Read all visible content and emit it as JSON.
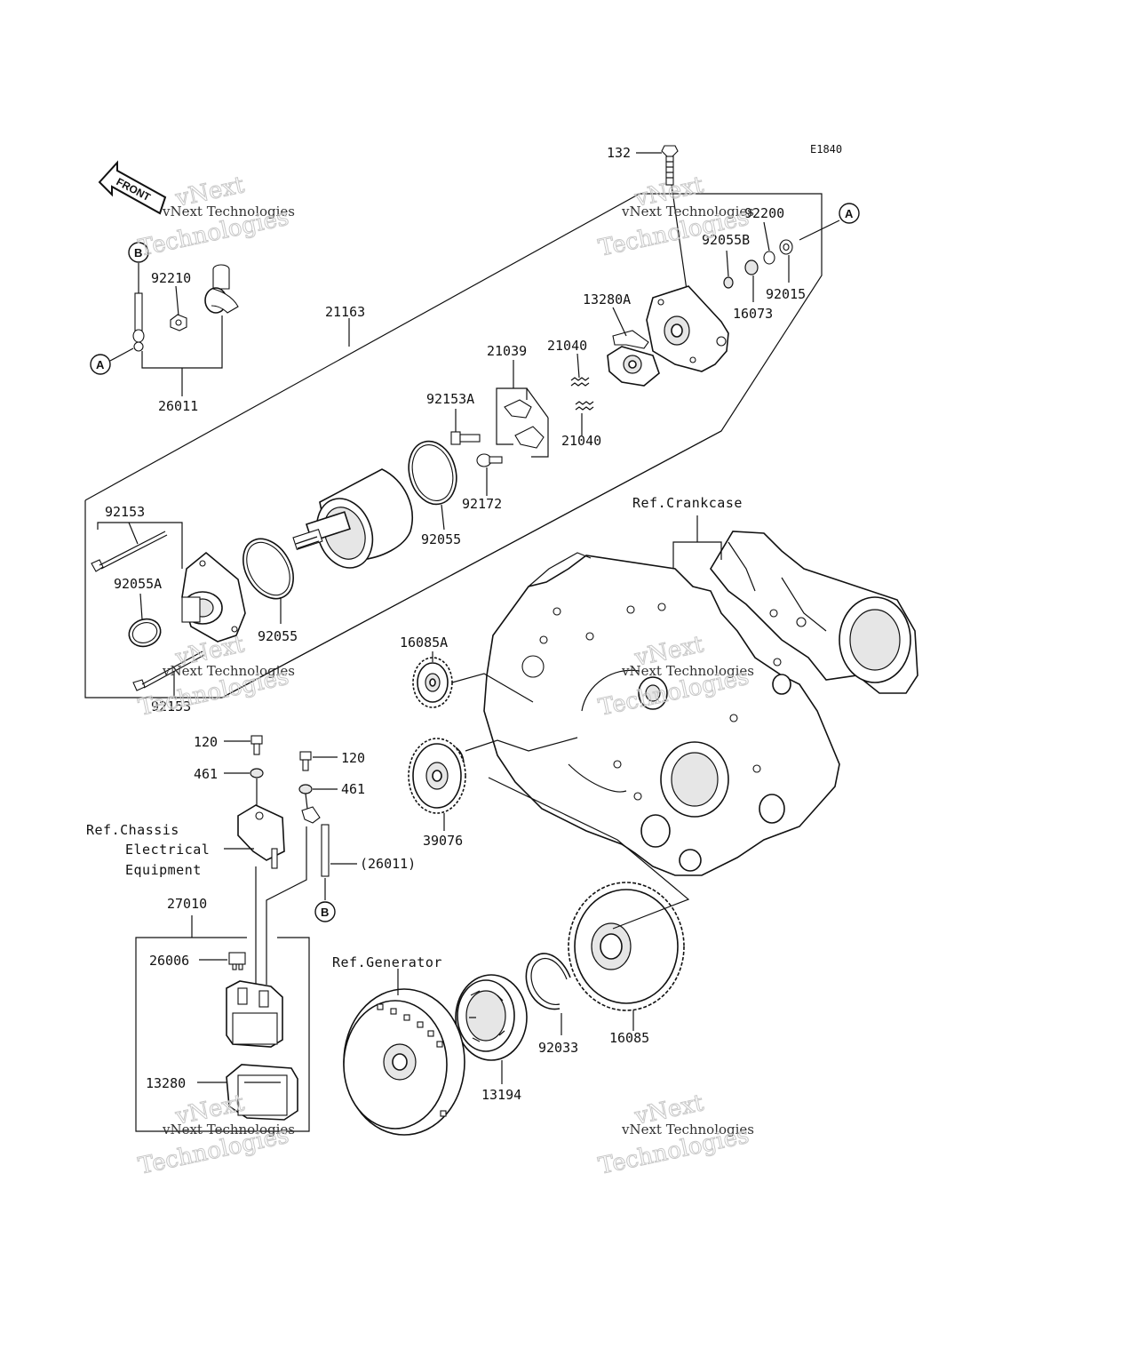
{
  "diagram_code": "E1840",
  "front_label": "FRONT",
  "watermark": {
    "line1": "vNext Technologies",
    "line2": "vNext",
    "line3": "Technologies"
  },
  "refs": {
    "crankcase": "Ref.Crankcase",
    "chassis_line1": "Ref.Chassis",
    "chassis_line2": "Electrical",
    "chassis_line3": "Equipment",
    "generator": "Ref.Generator"
  },
  "callouts": {
    "a": "A",
    "b": "B"
  },
  "parts": {
    "p132": "132",
    "p92200": "92200",
    "p92055B": "92055B",
    "p92015": "92015",
    "p16073": "16073",
    "p13280A": "13280A",
    "p21163": "21163",
    "p92210": "92210",
    "p26011": "26011",
    "p21039": "21039",
    "p21040a": "21040",
    "p21040b": "21040",
    "p92153A": "92153A",
    "p92172": "92172",
    "p92055a": "92055",
    "p92055b": "92055",
    "p92153a": "92153",
    "p92153b": "92153",
    "p92055A": "92055A",
    "p16085A": "16085A",
    "p39076": "39076",
    "p120a": "120",
    "p120b": "120",
    "p461a": "461",
    "p461b": "461",
    "p26011b": "(26011)",
    "p27010": "27010",
    "p26006": "26006",
    "p13280": "13280",
    "p13194": "13194",
    "p92033": "92033",
    "p16085": "16085"
  }
}
